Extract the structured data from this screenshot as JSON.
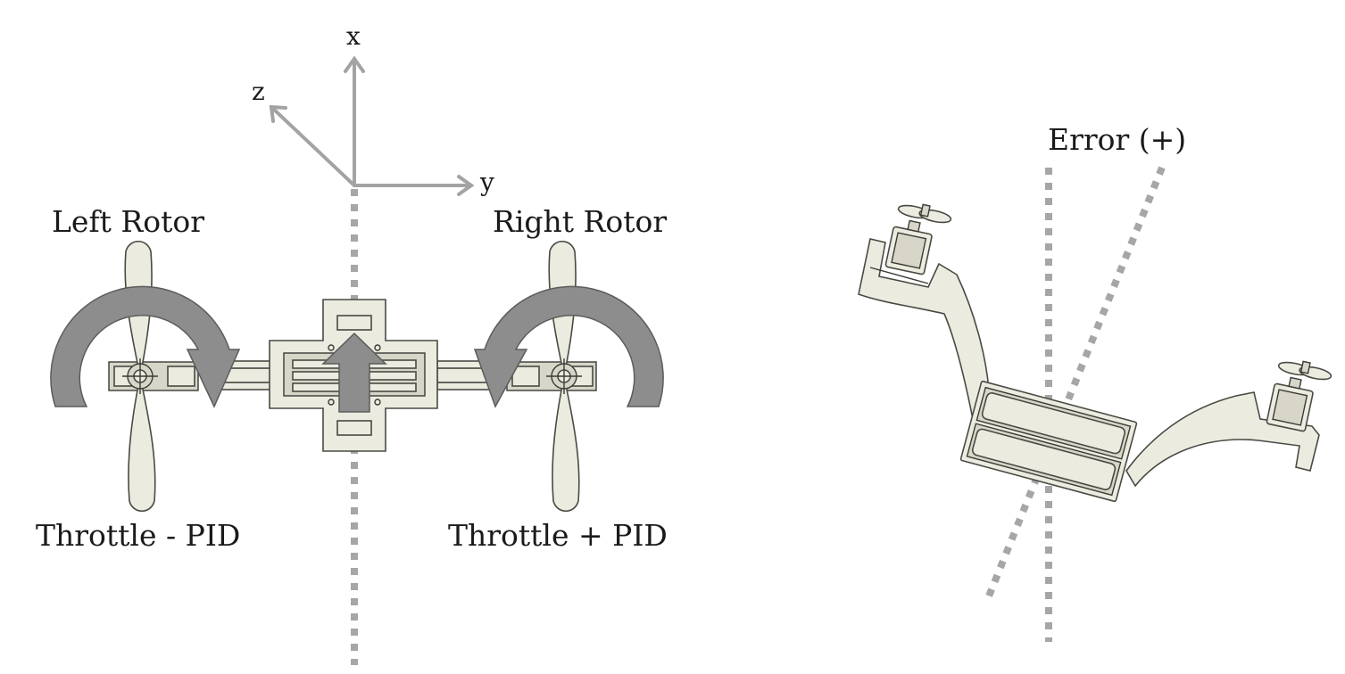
{
  "axes": {
    "x_label": "x",
    "y_label": "y",
    "z_label": "z"
  },
  "rotors": {
    "left": {
      "name": "Left Rotor",
      "command": "Throttle - PID"
    },
    "right": {
      "name": "Right Rotor",
      "command": "Throttle + PID"
    }
  },
  "tilt": {
    "error_label": "Error (+)"
  }
}
